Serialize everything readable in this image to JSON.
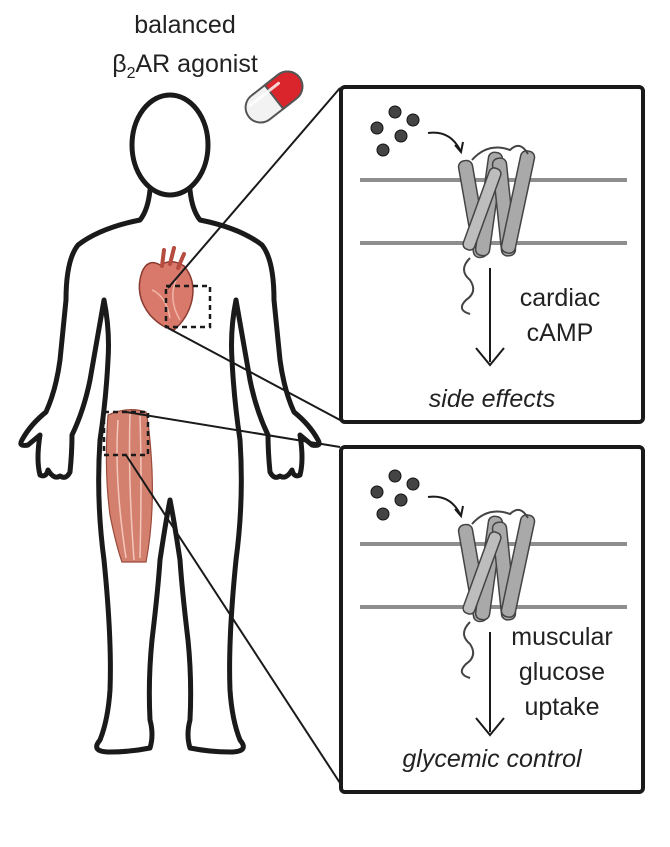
{
  "title": {
    "line1": "balanced",
    "line2_prefix": "β",
    "line2_subscript": "2",
    "line2_suffix": "AR agonist"
  },
  "panels": [
    {
      "pathway_lines": [
        "cardiac",
        "cAMP"
      ],
      "outcome": "side effects"
    },
    {
      "pathway_lines": [
        "muscular",
        "glucose",
        "uptake"
      ],
      "outcome": "glycemic control"
    }
  ],
  "icons": [
    "pill-capsule-icon",
    "human-body-outline-icon",
    "heart-icon",
    "thigh-muscle-icon",
    "ligand-molecules-icon",
    "gpcr-receptor-icon"
  ],
  "colors": {
    "capsule_red": "#d9252b",
    "capsule_white": "#f2f2f2",
    "heart": "#d9796b",
    "muscle": "#d4806f",
    "membrane": "#8e8e8e",
    "receptor": "#a9a9a9",
    "outline": "#1a1a1a"
  }
}
